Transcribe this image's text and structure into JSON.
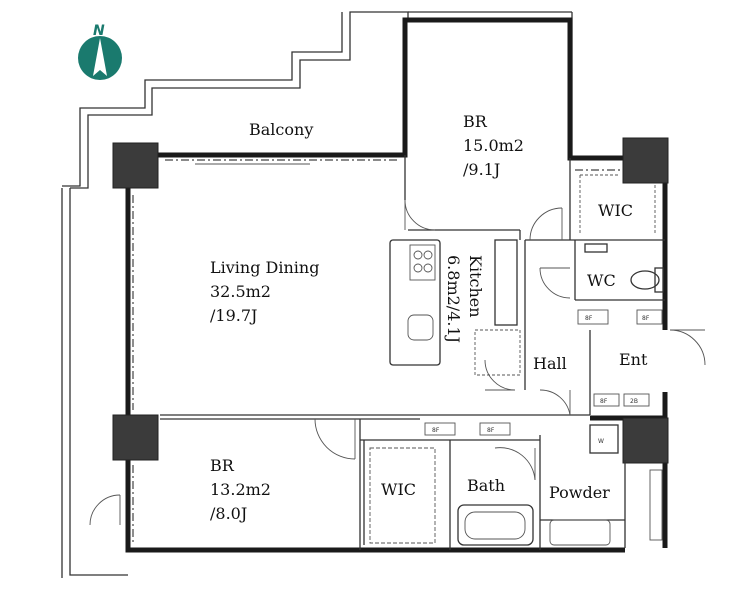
{
  "compass": {
    "letter": "N",
    "color": "#1a7a6e"
  },
  "rooms": {
    "balcony": {
      "name": "Balcony"
    },
    "living_dining": {
      "name": "Living Dining",
      "area_m2": "32.5m2",
      "area_j": "/19.7J"
    },
    "br_north": {
      "name": "BR",
      "area_m2": "15.0m2",
      "area_j": "/9.1J"
    },
    "br_south": {
      "name": "BR",
      "area_m2": "13.2m2",
      "area_j": "/8.0J"
    },
    "kitchen": {
      "name": "Kitchen",
      "area": "6.8m2/4.1J"
    },
    "wic_north": {
      "name": "WIC"
    },
    "wic_south": {
      "name": "WIC"
    },
    "wc": {
      "name": "WC"
    },
    "hall": {
      "name": "Hall"
    },
    "entrance": {
      "name": "Ent"
    },
    "bath": {
      "name": "Bath"
    },
    "powder": {
      "name": "Powder"
    }
  },
  "fixture_labels": {
    "shelf": "8F",
    "shoe": "2B",
    "washer": "W"
  }
}
